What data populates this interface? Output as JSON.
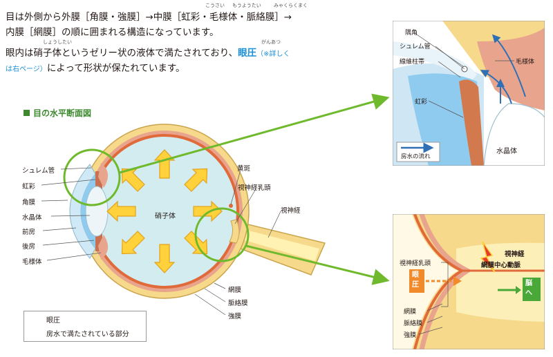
{
  "intro": {
    "line1": "目は外側から外膜［角膜・強膜］→中膜［虹彩・毛様体・脈絡膜］→",
    "line2": "内膜［網膜］の順に囲まれる構造になっています。",
    "line3_a": "眼内は硝子体というゼリー状の液体で満たされており、",
    "line3_highlight": "眼圧",
    "line3_note": "（※詳しく",
    "line4_note": "は右ページ）",
    "line4_b": "によって形状が保たれています。",
    "ruby_kousai": "こうさい",
    "ruby_mouyoutai": "もうようたい",
    "ruby_myakurakumaku": "みゃくらくまく",
    "ruby_shoushitai": "しょうしたい",
    "ruby_ganatsu": "がんあつ"
  },
  "section_title": "目の水平断面図",
  "eye_labels": {
    "schlemm": "シュレム管",
    "iris": "虹彩",
    "cornea": "角膜",
    "lens": "水晶体",
    "anterior_chamber": "前房",
    "posterior_chamber": "後房",
    "ciliary_body": "毛様体",
    "vitreous": "硝子体",
    "macula": "黄斑",
    "optic_disc": "視神経乳頭",
    "optic_nerve": "視神経",
    "retina": "網膜",
    "choroid": "脈絡膜",
    "sclera": "強膜"
  },
  "legend": {
    "pressure": "眼圧",
    "aqueous": "房水で満たされている部分"
  },
  "top_inset": {
    "angle": "隅角",
    "schlemm": "シュレム管",
    "trabecular": "線維柱帯",
    "ciliary": "毛様体",
    "iris": "虹彩",
    "lens": "水晶体",
    "flow": "房水の流れ"
  },
  "bottom_inset": {
    "optic_disc": "視神経乳頭",
    "optic_nerve": "視神経",
    "artery": "網膜中心動脈",
    "pressure": "眼圧",
    "brain": "脳へ",
    "retina": "網膜",
    "choroid": "脈絡膜",
    "sclera": "強膜"
  },
  "colors": {
    "green": "#6fb92c",
    "title_green": "#3d8a2e",
    "aqueous_blue": "#8fcbef",
    "vitreous": "#d3ecef",
    "sclera": "#f6d98a",
    "choroid": "#e8a48d",
    "retina": "#e06a3a",
    "pressure_arrow": "#ffd13b",
    "flow_arrow": "#2f6fb5",
    "brain_box": "#4aa838",
    "pressure_box": "#f08a2b"
  }
}
